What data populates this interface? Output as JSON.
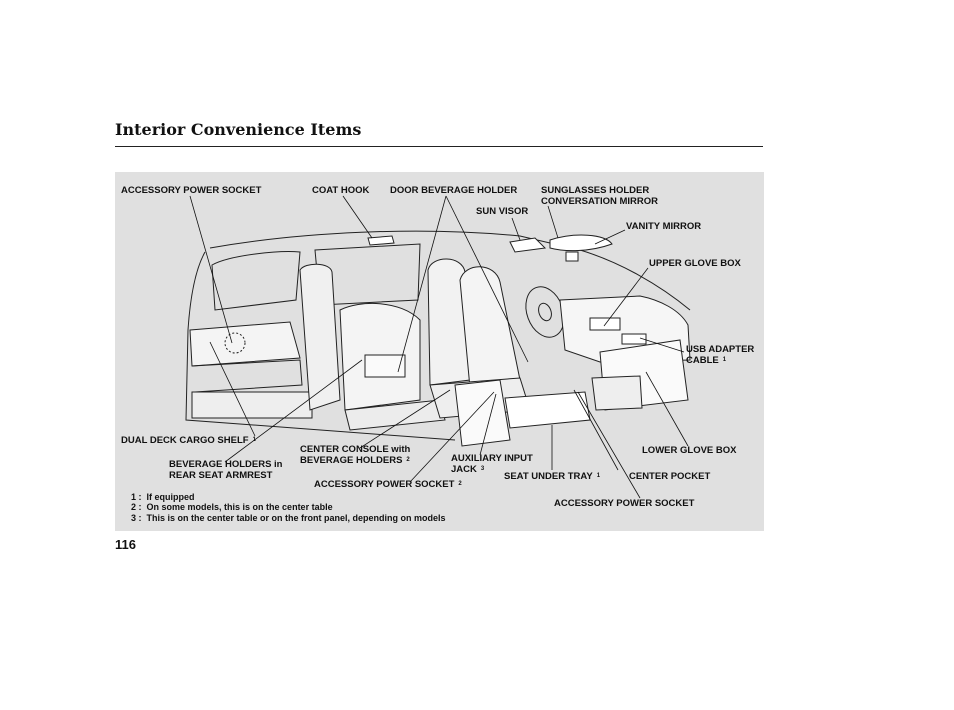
{
  "page": {
    "title": "Interior Convenience Items",
    "page_number": "116"
  },
  "labels": {
    "accessory_power_socket_top": "ACCESSORY POWER SOCKET",
    "coat_hook": "COAT HOOK",
    "door_beverage_holder": "DOOR BEVERAGE HOLDER",
    "sunglasses_holder": "SUNGLASSES HOLDER",
    "conversation_mirror": "CONVERSATION MIRROR",
    "sun_visor": "SUN VISOR",
    "vanity_mirror": "VANITY MIRROR",
    "upper_glove_box": "UPPER GLOVE BOX",
    "usb_adapter_line1": "USB ADAPTER",
    "usb_adapter_line2": "CABLE",
    "usb_adapter_sup": "1",
    "dual_deck_cargo_shelf": "DUAL DECK CARGO SHELF",
    "dual_deck_sup": "1",
    "beverage_rear_line1": "BEVERAGE HOLDERS in",
    "beverage_rear_line2": "REAR SEAT ARMREST",
    "center_console_line1": "CENTER CONSOLE with",
    "center_console_line2": "BEVERAGE HOLDERS",
    "center_console_sup": "2",
    "auxiliary_line1": "AUXILIARY INPUT",
    "auxiliary_line2": "JACK",
    "auxiliary_sup": "3",
    "accessory_power_socket_center": "ACCESSORY POWER SOCKET",
    "accessory_center_sup": "2",
    "seat_under_tray": "SEAT UNDER TRAY",
    "seat_under_tray_sup": "1",
    "lower_glove_box": "LOWER GLOVE BOX",
    "center_pocket": "CENTER POCKET",
    "accessory_power_socket_bottom": "ACCESSORY POWER SOCKET"
  },
  "footnotes": [
    {
      "marker": "1 :",
      "text": "If equipped"
    },
    {
      "marker": "2 :",
      "text": "On some models, this is on the center table"
    },
    {
      "marker": "3 :",
      "text": "This is on the center table or on the front panel, depending on models"
    }
  ]
}
